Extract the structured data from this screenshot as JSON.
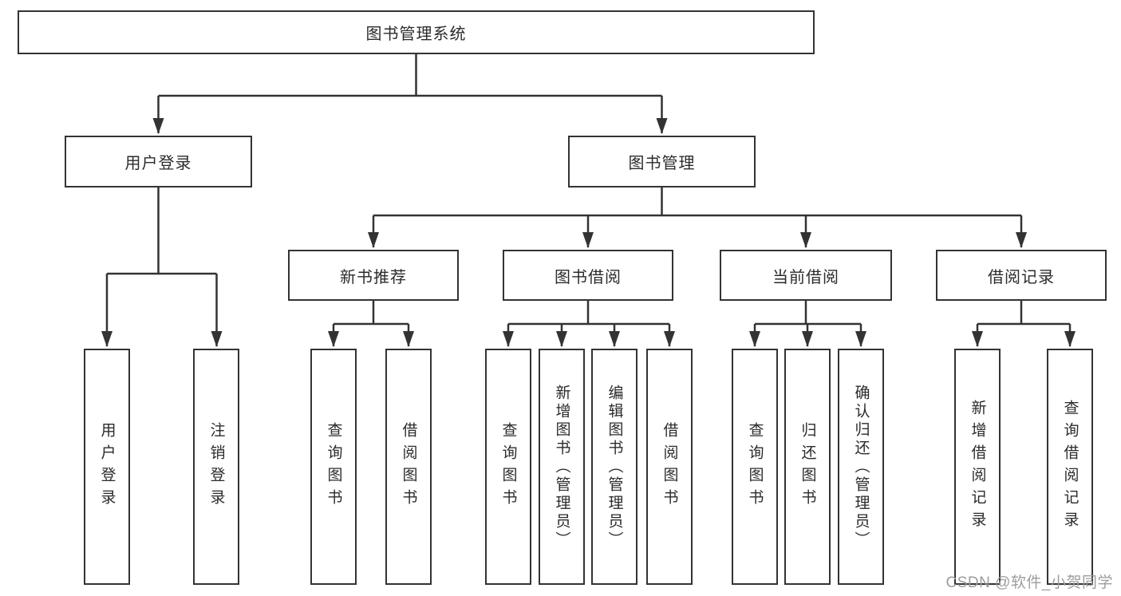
{
  "tree": {
    "root": "图书管理系统",
    "branches": [
      {
        "label": "用户登录",
        "children": [
          "用户登录",
          "注销登录"
        ]
      },
      {
        "label": "图书管理",
        "groups": [
          {
            "label": "新书推荐",
            "children": [
              "查询图书",
              "借阅图书"
            ]
          },
          {
            "label": "图书借阅",
            "children": [
              "查询图书",
              "新增图书（管理员）",
              "编辑图书（管理员）",
              "借阅图书"
            ]
          },
          {
            "label": "当前借阅",
            "children": [
              "查询图书",
              "归还图书",
              "确认归还（管理员）"
            ]
          },
          {
            "label": "借阅记录",
            "children": [
              "新增借阅记录",
              "查询借阅记录"
            ]
          }
        ]
      }
    ]
  },
  "watermark": {
    "text": "CSDN @软件_小贺同学"
  },
  "colors": {
    "line": "#333333",
    "text": "#2b2b2b",
    "background": "#ffffff",
    "watermark": "#9d9d9d"
  }
}
